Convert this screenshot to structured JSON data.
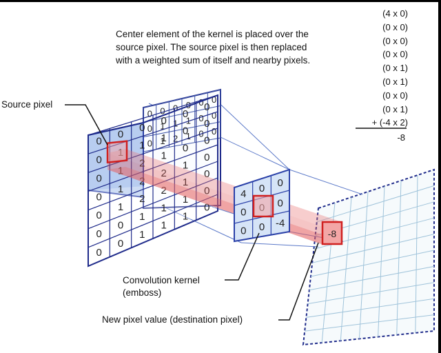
{
  "caption": {
    "line1": "Center element of the kernel is placed over the",
    "line2": "source pixel. The source pixel is then replaced",
    "line3": "with a weighted sum of itself and nearby pixels."
  },
  "labels": {
    "source_pixel": "Source pixel",
    "kernel_line1": "Convolution kernel",
    "kernel_line2": "(emboss)",
    "destination": "New pixel value (destination pixel)"
  },
  "equation": {
    "terms": [
      "(4 x 0)",
      "(0 x 0)",
      "(0 x 0)",
      "(0 x 0)",
      "(0 x 1)",
      "(0 x 1)",
      "(0 x 0)",
      "(0 x 1)",
      "(-4 x 2)"
    ],
    "plus": "+",
    "result": "-8"
  },
  "source_grid": [
    [
      "0",
      "0",
      "0",
      "0",
      "0",
      "0"
    ],
    [
      "0",
      "1",
      "1",
      "1",
      "0",
      "0"
    ],
    [
      "0",
      "1",
      "2",
      "1",
      "0",
      "0"
    ],
    [
      "0",
      "1",
      "2",
      "2",
      "1",
      "0"
    ],
    [
      "0",
      "1",
      "2",
      "2",
      "1",
      "0"
    ],
    [
      "0",
      "0",
      "1",
      "1",
      "1",
      "0"
    ],
    [
      "0",
      "0",
      "1",
      "1",
      "1",
      "0"
    ]
  ],
  "back_grid": [
    [
      "0",
      "0",
      "0",
      "0",
      "0",
      "0"
    ],
    [
      "0",
      "1",
      "1",
      "1",
      "0",
      "0"
    ],
    [
      "0",
      "1",
      "2",
      "1",
      "0",
      "0"
    ]
  ],
  "kernel": [
    [
      "4",
      "0",
      "0"
    ],
    [
      "0",
      "0",
      "0"
    ],
    [
      "0",
      "0",
      "-4"
    ]
  ],
  "destination_value": "-8"
}
